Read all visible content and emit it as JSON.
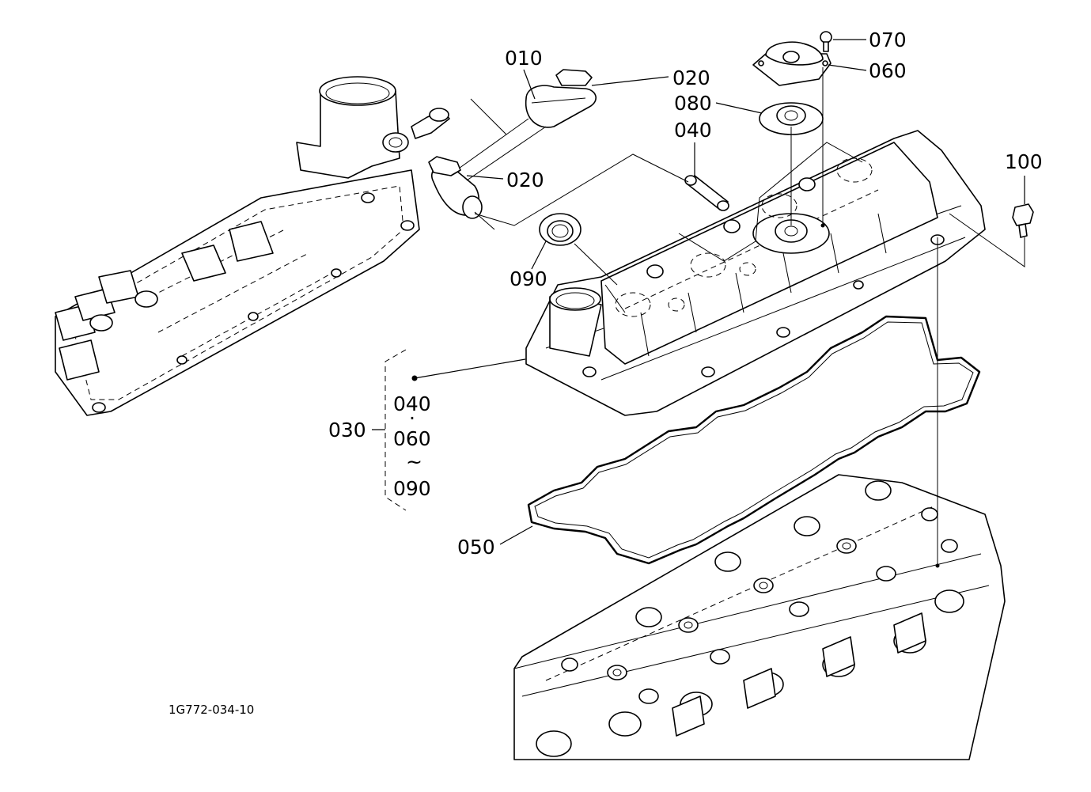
{
  "figure_id": "1G772-034-10",
  "callouts": {
    "c010": "010",
    "c020_top": "020",
    "c020_mid": "020",
    "c070": "070",
    "c060": "060",
    "c080": "080",
    "c040": "040",
    "c100": "100",
    "c090": "090",
    "c050": "050"
  },
  "assembly": {
    "parent": "030",
    "include_start": "040",
    "include_dot": "·",
    "include_mid": "060",
    "include_tilde": "~",
    "include_end": "090"
  }
}
